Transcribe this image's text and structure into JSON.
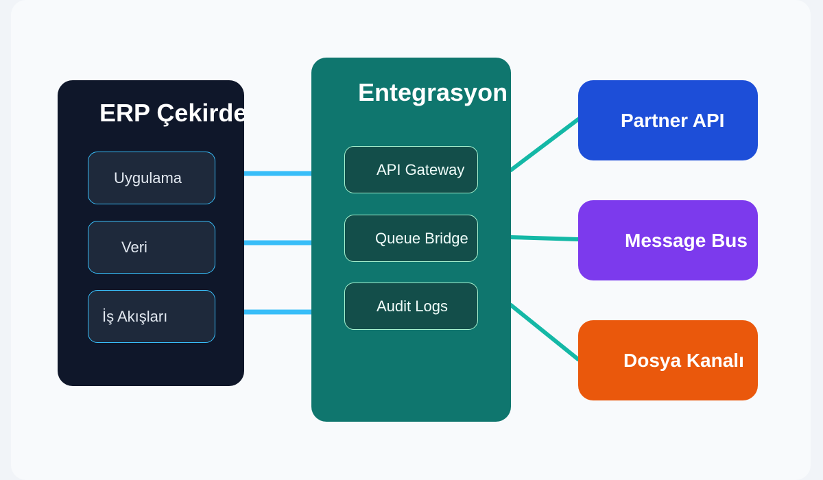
{
  "core": {
    "title": "ERP Çekirdek",
    "modules": [
      "Uygulama",
      "Veri",
      "İş Akışları"
    ]
  },
  "integration": {
    "title": "Entegrasyon Katmanı",
    "modules": [
      "API Gateway",
      "Queue Bridge",
      "Audit Logs"
    ]
  },
  "targets": [
    "Partner API",
    "Message Bus",
    "Dosya Kanalı"
  ],
  "colors": {
    "core_bg": "#0f172a",
    "integration_bg": "#0f766e",
    "core_link": "#38bdf8",
    "target_link": "#14b8a6",
    "partner": "#1d4ed8",
    "bus": "#7c3aed",
    "file": "#ea580c"
  }
}
